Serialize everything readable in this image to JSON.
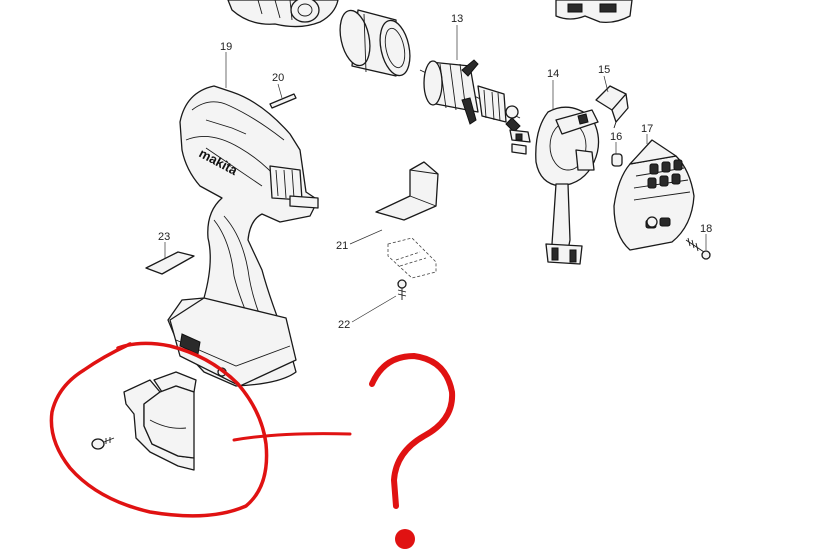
{
  "diagram": {
    "callouts": [
      {
        "id": "13",
        "label": "13"
      },
      {
        "id": "14",
        "label": "14"
      },
      {
        "id": "15",
        "label": "15"
      },
      {
        "id": "16",
        "label": "16"
      },
      {
        "id": "17",
        "label": "17"
      },
      {
        "id": "18",
        "label": "18"
      },
      {
        "id": "19",
        "label": "19"
      },
      {
        "id": "20",
        "label": "20"
      },
      {
        "id": "21",
        "label": "21"
      },
      {
        "id": "22",
        "label": "22"
      },
      {
        "id": "23",
        "label": "23"
      }
    ],
    "housing_logo_text": "makita",
    "annotation": {
      "mark": "?",
      "color": "#e01212",
      "highlight": "belt-clip-and-screw"
    }
  }
}
